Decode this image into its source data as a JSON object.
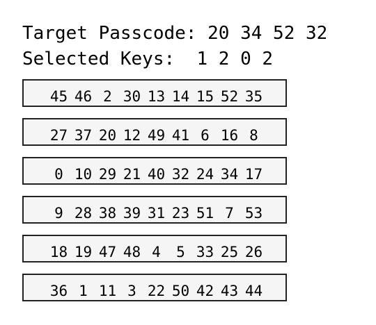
{
  "header": {
    "target_label": "Target Passcode:",
    "target_code": [
      "20",
      "34",
      "52",
      "32"
    ],
    "selected_label": "Selected Keys:",
    "selected_keys": [
      "1",
      "2",
      "0",
      "2"
    ]
  },
  "keypad": {
    "rows": [
      [
        "45",
        "46",
        "2",
        "30",
        "13",
        "14",
        "15",
        "52",
        "35"
      ],
      [
        "27",
        "37",
        "20",
        "12",
        "49",
        "41",
        "6",
        "16",
        "8"
      ],
      [
        "0",
        "10",
        "29",
        "21",
        "40",
        "32",
        "24",
        "34",
        "17"
      ],
      [
        "9",
        "28",
        "38",
        "39",
        "31",
        "23",
        "51",
        "7",
        "53"
      ],
      [
        "18",
        "19",
        "47",
        "48",
        "4",
        "5",
        "33",
        "25",
        "26"
      ],
      [
        "36",
        "1",
        "11",
        "3",
        "22",
        "50",
        "42",
        "43",
        "44"
      ]
    ]
  }
}
